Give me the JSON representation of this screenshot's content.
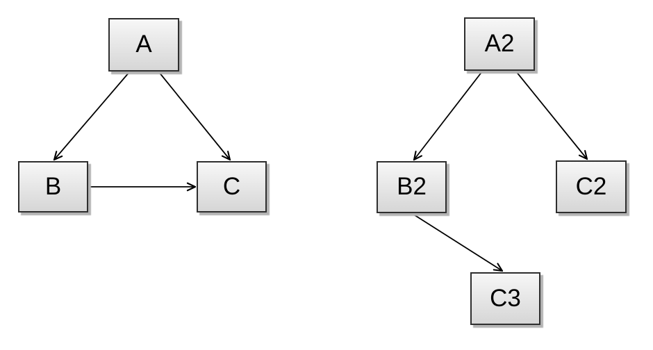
{
  "styles": {
    "page_background": "#ffffff",
    "node_fill_top": "#f7f7f7",
    "node_fill_bottom": "#d6d6d6",
    "node_border": "#2e2e2e",
    "node_shadow": "#b3b3b3",
    "edge_color": "#000000",
    "label_color": "#000000"
  },
  "diagrams": [
    {
      "name": "left-graph",
      "nodes": [
        {
          "id": "A",
          "label": "A"
        },
        {
          "id": "B",
          "label": "B"
        },
        {
          "id": "C",
          "label": "C"
        }
      ],
      "edges": [
        {
          "from": "A",
          "to": "B",
          "arrow": "open"
        },
        {
          "from": "A",
          "to": "C",
          "arrow": "open"
        },
        {
          "from": "B",
          "to": "C",
          "arrow": "open"
        }
      ]
    },
    {
      "name": "right-graph",
      "nodes": [
        {
          "id": "A2",
          "label": "A2"
        },
        {
          "id": "B2",
          "label": "B2"
        },
        {
          "id": "C2",
          "label": "C2"
        },
        {
          "id": "C3",
          "label": "C3"
        }
      ],
      "edges": [
        {
          "from": "A2",
          "to": "B2",
          "arrow": "open"
        },
        {
          "from": "A2",
          "to": "C2",
          "arrow": "open"
        },
        {
          "from": "B2",
          "to": "C3",
          "arrow": "open"
        }
      ]
    }
  ]
}
